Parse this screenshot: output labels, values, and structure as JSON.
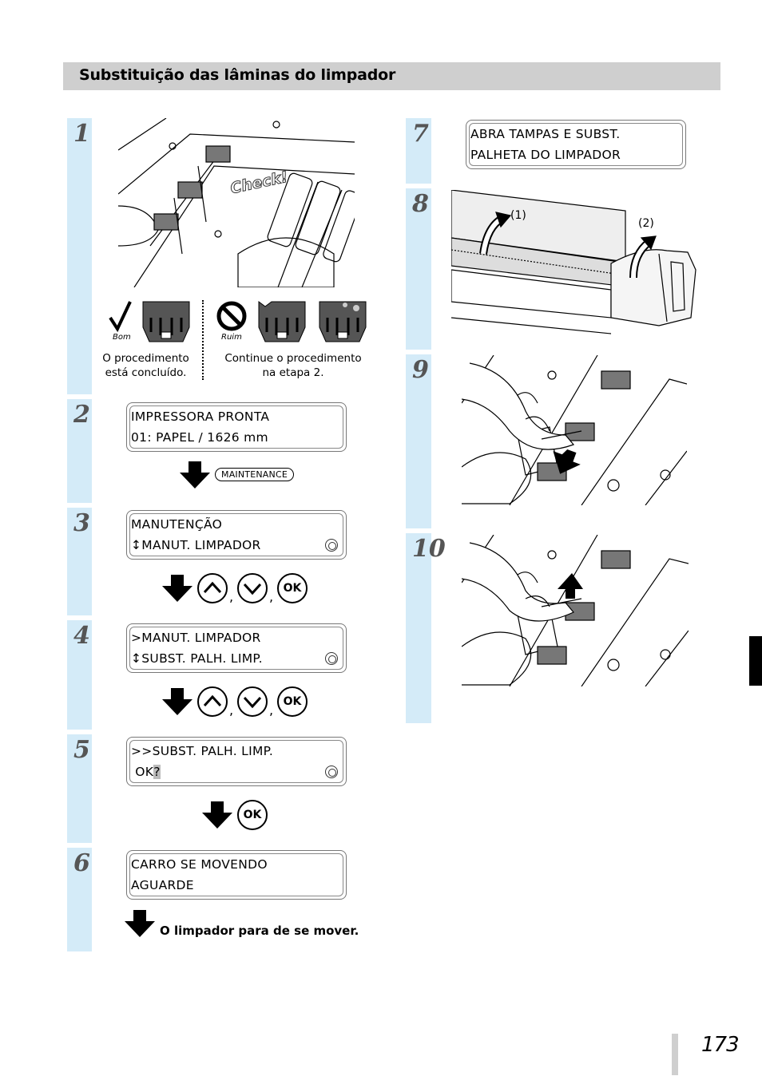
{
  "section_title": "Substituição das lâminas do limpador",
  "page_number": "173",
  "steps": {
    "s1": {
      "number": "1",
      "good_label": "Bom",
      "bad_label": "Ruim",
      "check_label": "Check!",
      "good_caption": "O procedimento\nestá concluído.",
      "bad_caption": "Continue o procedimento\nna etapa 2."
    },
    "s2": {
      "number": "2",
      "lcd_line1": "IMPRESSORA PRONTA",
      "lcd_line2": "01: PAPEL / 1626 mm",
      "key_label": "MAINTENANCE"
    },
    "s3": {
      "number": "3",
      "lcd_line1": "MANUTENÇÃO",
      "lcd_line2": "↕MANUT. LIMPADOR"
    },
    "s4": {
      "number": "4",
      "lcd_line1": ">MANUT. LIMPADOR",
      "lcd_line2": "↕SUBST. PALH. LIMP."
    },
    "s5": {
      "number": "5",
      "lcd_line1": ">>SUBST. PALH. LIMP.",
      "lcd_line2_prefix": " OK",
      "lcd_line2_cursor": "?"
    },
    "s6": {
      "number": "6",
      "lcd_line1": "CARRO SE MOVENDO",
      "lcd_line2": "AGUARDE",
      "note": "O limpador para de se mover."
    },
    "s7": {
      "number": "7",
      "lcd_line1": "ABRA TAMPAS E SUBST.",
      "lcd_line2": "PALHETA DO LIMPADOR"
    },
    "s8": {
      "number": "8",
      "callout1": "(1)",
      "callout2": "(2)"
    },
    "s9": {
      "number": "9"
    },
    "s10": {
      "number": "10"
    }
  },
  "buttons": {
    "ok": "OK",
    "comma": ","
  }
}
